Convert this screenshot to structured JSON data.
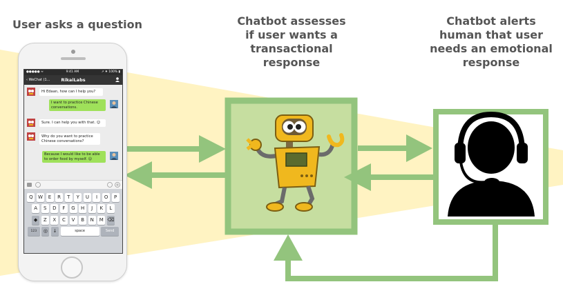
{
  "captions": {
    "user": "User asks a question",
    "assess": "Chatbot assesses\nif user wants a\ntransactional\nresponse",
    "alert": "Chatbot alerts\nhuman  that user\nneeds an emotional\nresponse"
  },
  "colors": {
    "green": "#93c47d",
    "green_fill": "#c6dea0",
    "beam": "#fff3c2",
    "caption": "#555555"
  },
  "phone": {
    "status_left": "●●●●● ≈",
    "status_time": "9:41 AM",
    "status_right": "↗ ✷ 100% ▮",
    "back_label": "WeChat (1...",
    "chat_title": "RikaiLabs",
    "messages": [
      {
        "from": "bot",
        "text": "Hi Edaan, how can I help you?"
      },
      {
        "from": "user",
        "text": "I want to practice Chinese conversations."
      },
      {
        "from": "bot",
        "text": "Sure. I can help you with that. 😊"
      },
      {
        "from": "bot",
        "text": "Why do you want to practice Chinese conversations?"
      },
      {
        "from": "user",
        "text": "Because I would like to be able to order food by myself. 😊"
      }
    ],
    "keyboard": {
      "row1": [
        "Q",
        "W",
        "E",
        "R",
        "T",
        "Y",
        "U",
        "I",
        "O",
        "P"
      ],
      "row2": [
        "A",
        "S",
        "D",
        "F",
        "G",
        "H",
        "J",
        "K",
        "L"
      ],
      "row3": [
        "Z",
        "X",
        "C",
        "V",
        "B",
        "N",
        "M"
      ],
      "num_key": "123",
      "space_key": "space",
      "send_key": "Send"
    }
  },
  "icons": {
    "robot": "robot-icon",
    "agent": "headset-agent-icon"
  }
}
